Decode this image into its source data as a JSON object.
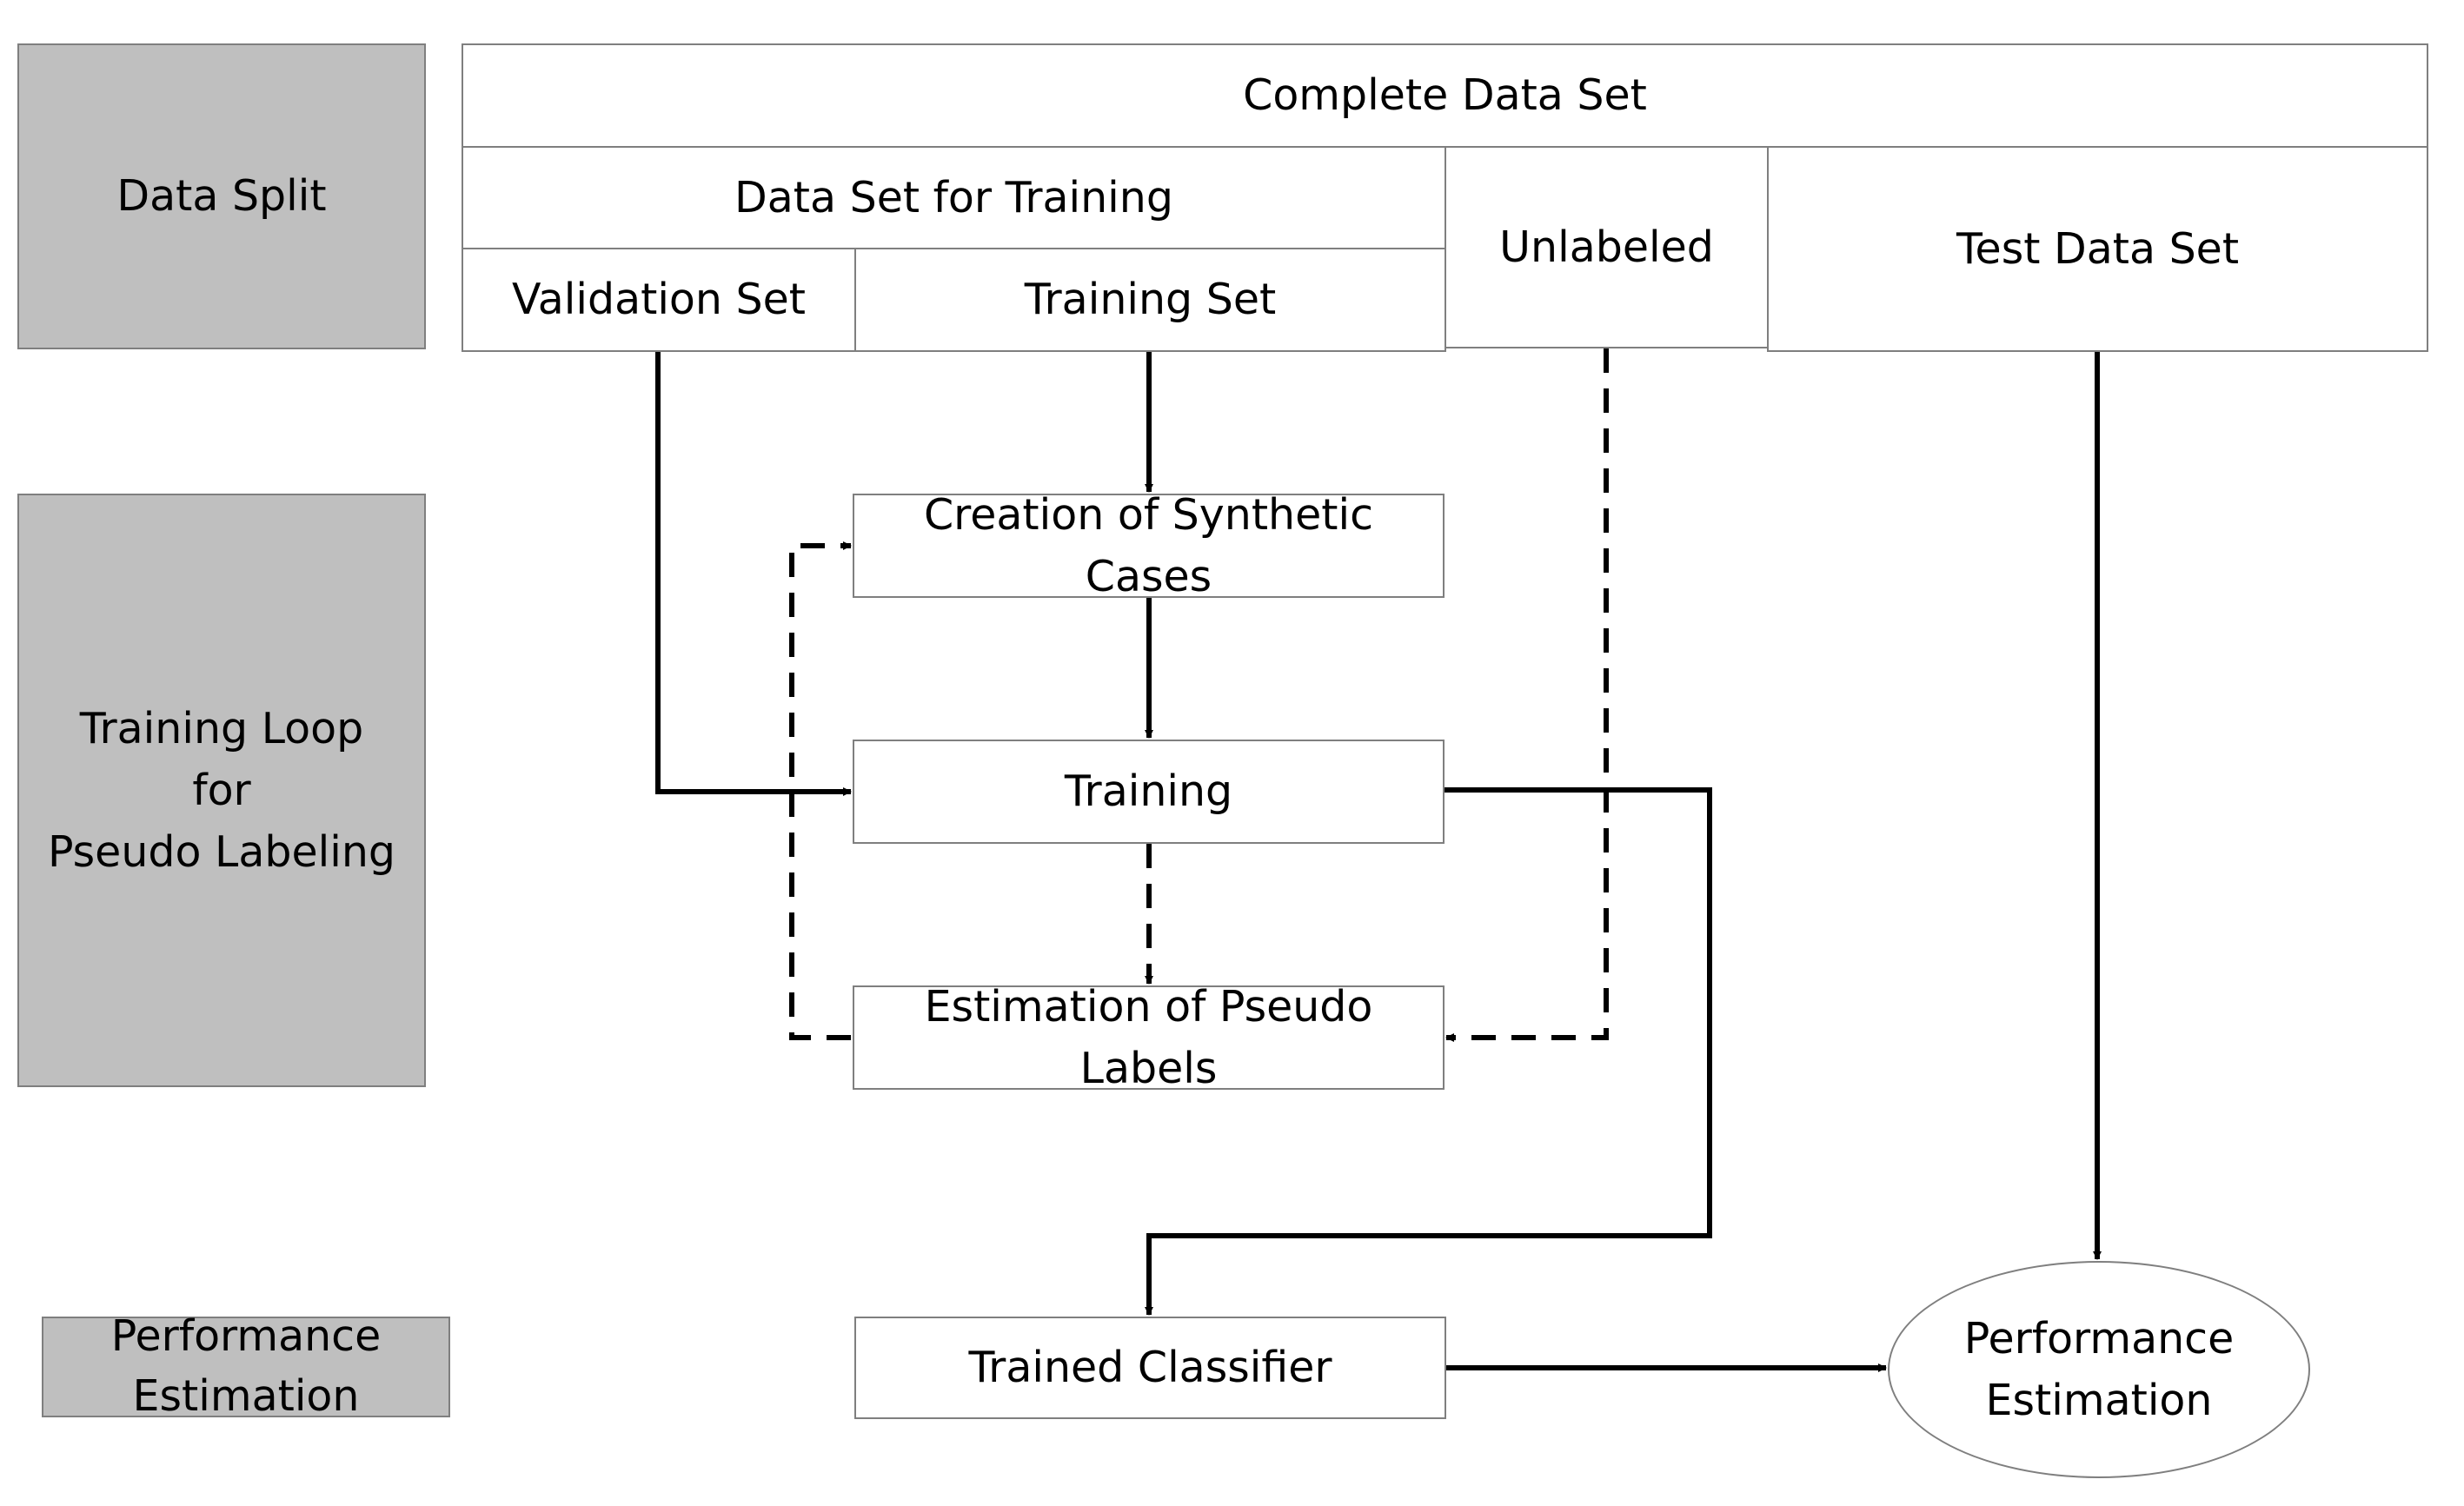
{
  "stages": {
    "data_split": "Data Split",
    "training_loop": [
      "Training Loop",
      "for",
      "Pseudo Labeling"
    ],
    "performance_estimation": [
      "Performance",
      "Estimation"
    ]
  },
  "boxes": {
    "complete_data_set": "Complete Data Set",
    "data_set_for_training": "Data Set for Training",
    "validation_set": "Validation Set",
    "training_set": "Training Set",
    "unlabeled": "Unlabeled",
    "test_data_set": "Test Data Set",
    "creation_of_synthetic_cases": "Creation of Synthetic Cases",
    "training": "Training",
    "estimation_of_pseudo_labels": "Estimation of Pseudo Labels",
    "trained_classifier": "Trained Classifier",
    "performance_estimation": [
      "Performance",
      "Estimation"
    ]
  },
  "colors": {
    "stage_fill": "#bfbfbf",
    "box_border": "#7f7f7f",
    "arrow": "#000000"
  }
}
